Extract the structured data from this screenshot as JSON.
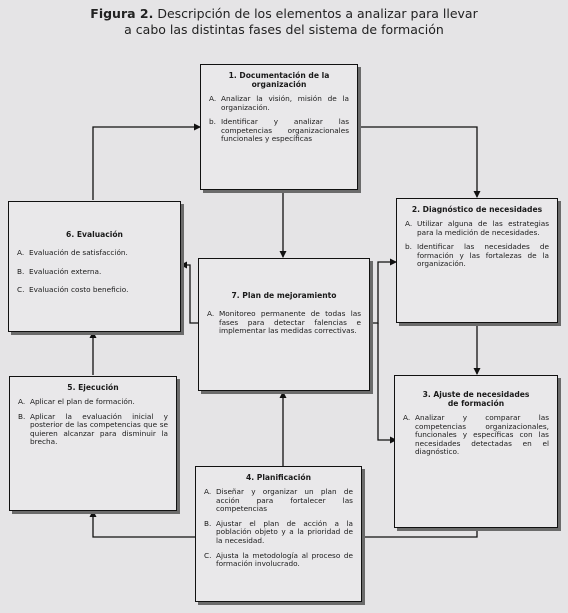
{
  "figure": {
    "label": "Figura 2.",
    "title_line1": "Descripción de los elementos a analizar para llevar",
    "title_line2": "a cabo las distintas fases del sistema de formación"
  },
  "boxes": {
    "documentacion": {
      "title": "1. Documentación de la organización",
      "items": [
        {
          "marker": "A.",
          "text": "Analizar la visión, misión de la organización."
        },
        {
          "marker": "b.",
          "text": "Identificar y analizar las competencias organizacionales funcionales y específicas"
        }
      ]
    },
    "diagnostico": {
      "title": "2. Diagnóstico de necesidades",
      "items": [
        {
          "marker": "A.",
          "text": "Utilizar alguna de las estrategias para la medición de necesidades."
        },
        {
          "marker": "b.",
          "text": "Identificar las necesidades de formación y las fortalezas de la organización."
        }
      ]
    },
    "ajuste": {
      "title": "3. Ajuste de necesidades de formación",
      "items": [
        {
          "marker": "A.",
          "text": "Analizar y comparar las competencias organizacionales, funcionales y específicas con las necesidades detectadas en el diagnóstico."
        }
      ]
    },
    "planificacion": {
      "title": "4. Planificación",
      "items": [
        {
          "marker": "A.",
          "text": "Diseñar y organizar un plan de acción para fortalecer las competencias"
        },
        {
          "marker": "B.",
          "text": "Ajustar el plan de acción a la población objeto y a la prioridad de la necesidad."
        },
        {
          "marker": "C.",
          "text": "Ajusta la metodología al proceso de formación involucrado."
        }
      ]
    },
    "ejecucion": {
      "title": "5. Ejecución",
      "items": [
        {
          "marker": "A.",
          "text": "Aplicar el plan de formación."
        },
        {
          "marker": "B.",
          "text": "Aplicar la evaluación inicial y posterior de las competencias que se quieren alcanzar para disminuir la brecha."
        }
      ]
    },
    "evaluacion": {
      "title": "6. Evaluación",
      "items": [
        {
          "marker": "A.",
          "text": "Evaluación de satisfacción."
        },
        {
          "marker": "B.",
          "text": "Evaluación externa."
        },
        {
          "marker": "C.",
          "text": "Evaluación costo beneficio."
        }
      ]
    },
    "mejoramiento": {
      "title": "7. Plan de mejoramiento",
      "items": [
        {
          "marker": "A.",
          "text": "Monitoreo permanente de todas las fases para detectar falencias e implementar las medidas correctivas."
        }
      ]
    }
  }
}
